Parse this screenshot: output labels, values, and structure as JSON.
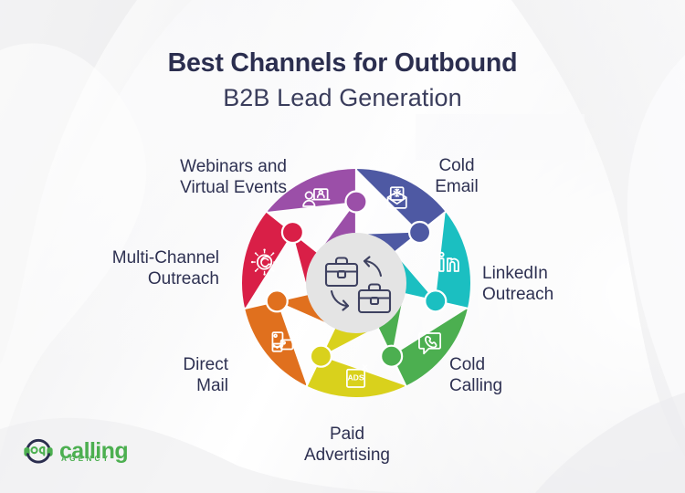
{
  "header": {
    "title_line1": "Best Channels for Outbound",
    "title_line2": "B2B Lead Generation"
  },
  "center": {
    "icon": "b2b-briefcase-exchange-icon",
    "color": "#e4e4e4"
  },
  "diagram": {
    "type": "puzzle-wheel",
    "segment_count": 7,
    "segments": [
      {
        "key": "cold-email",
        "label": "Cold\nEmail",
        "color": "#4e59a3",
        "icon": "cold-email-icon"
      },
      {
        "key": "linkedin-outreach",
        "label": "LinkedIn\nOutreach",
        "color": "#1bbfc1",
        "icon": "linkedin-icon"
      },
      {
        "key": "cold-calling",
        "label": "Cold\nCalling",
        "color": "#4caf50",
        "icon": "phone-chat-icon"
      },
      {
        "key": "paid-advertising",
        "label": "Paid\nAdvertising",
        "color": "#d9d11c",
        "icon": "ads-banner-icon"
      },
      {
        "key": "direct-mail",
        "label": "Direct\nMail",
        "color": "#e0701e",
        "icon": "direct-mail-icon"
      },
      {
        "key": "multi-channel-outreach",
        "label": "Multi-Channel\nOutreach",
        "color": "#d91f47",
        "icon": "at-network-icon"
      },
      {
        "key": "webinars-virtual-events",
        "label": "Webinars and\nVirtual Events",
        "color": "#9b4fa8",
        "icon": "webinar-presenter-icon"
      }
    ]
  },
  "logo": {
    "word": "calling",
    "sub": "AGENCY",
    "mark": "headset-smiley-icon",
    "color": "#4caf50",
    "mark_color": "#2b2e4f"
  }
}
